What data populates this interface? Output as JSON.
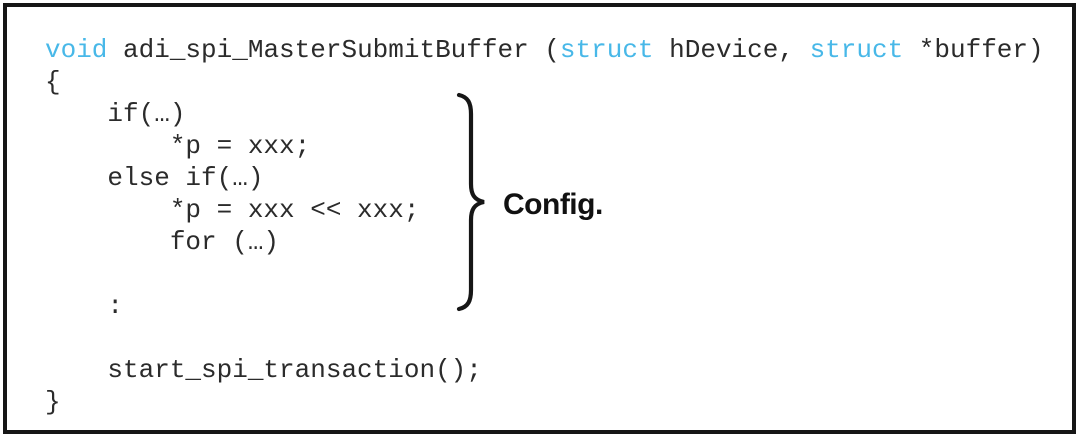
{
  "colors": {
    "background": "#ffffff",
    "border": "#161616",
    "code_text": "#2b2b2b",
    "keyword": "#48b8e8",
    "annotation_text": "#111111"
  },
  "code": {
    "language_hint": "c-pseudocode",
    "lines": [
      {
        "segments": [
          {
            "text": "void",
            "keyword": true
          },
          {
            "text": " adi_spi_MasterSubmitBuffer (",
            "keyword": false
          },
          {
            "text": "struct",
            "keyword": true
          },
          {
            "text": " hDevice, ",
            "keyword": false
          },
          {
            "text": "struct",
            "keyword": true
          },
          {
            "text": " *buffer)",
            "keyword": false
          }
        ]
      },
      {
        "segments": [
          {
            "text": "{",
            "keyword": false
          }
        ]
      },
      {
        "segments": [
          {
            "text": "    if(…)",
            "keyword": false
          }
        ]
      },
      {
        "segments": [
          {
            "text": "        *p = xxx;",
            "keyword": false
          }
        ]
      },
      {
        "segments": [
          {
            "text": "    else if(…)",
            "keyword": false
          }
        ]
      },
      {
        "segments": [
          {
            "text": "        *p = xxx << xxx;",
            "keyword": false
          }
        ]
      },
      {
        "segments": [
          {
            "text": "        for (…)",
            "keyword": false
          }
        ]
      },
      {
        "segments": [
          {
            "text": "",
            "keyword": false
          }
        ]
      },
      {
        "segments": [
          {
            "text": "    :",
            "keyword": false
          }
        ]
      },
      {
        "segments": [
          {
            "text": "",
            "keyword": false
          }
        ]
      },
      {
        "segments": [
          {
            "text": "    start_spi_transaction();",
            "keyword": false
          }
        ]
      },
      {
        "segments": [
          {
            "text": "}",
            "keyword": false
          }
        ]
      }
    ]
  },
  "annotation": {
    "label": "Config."
  }
}
